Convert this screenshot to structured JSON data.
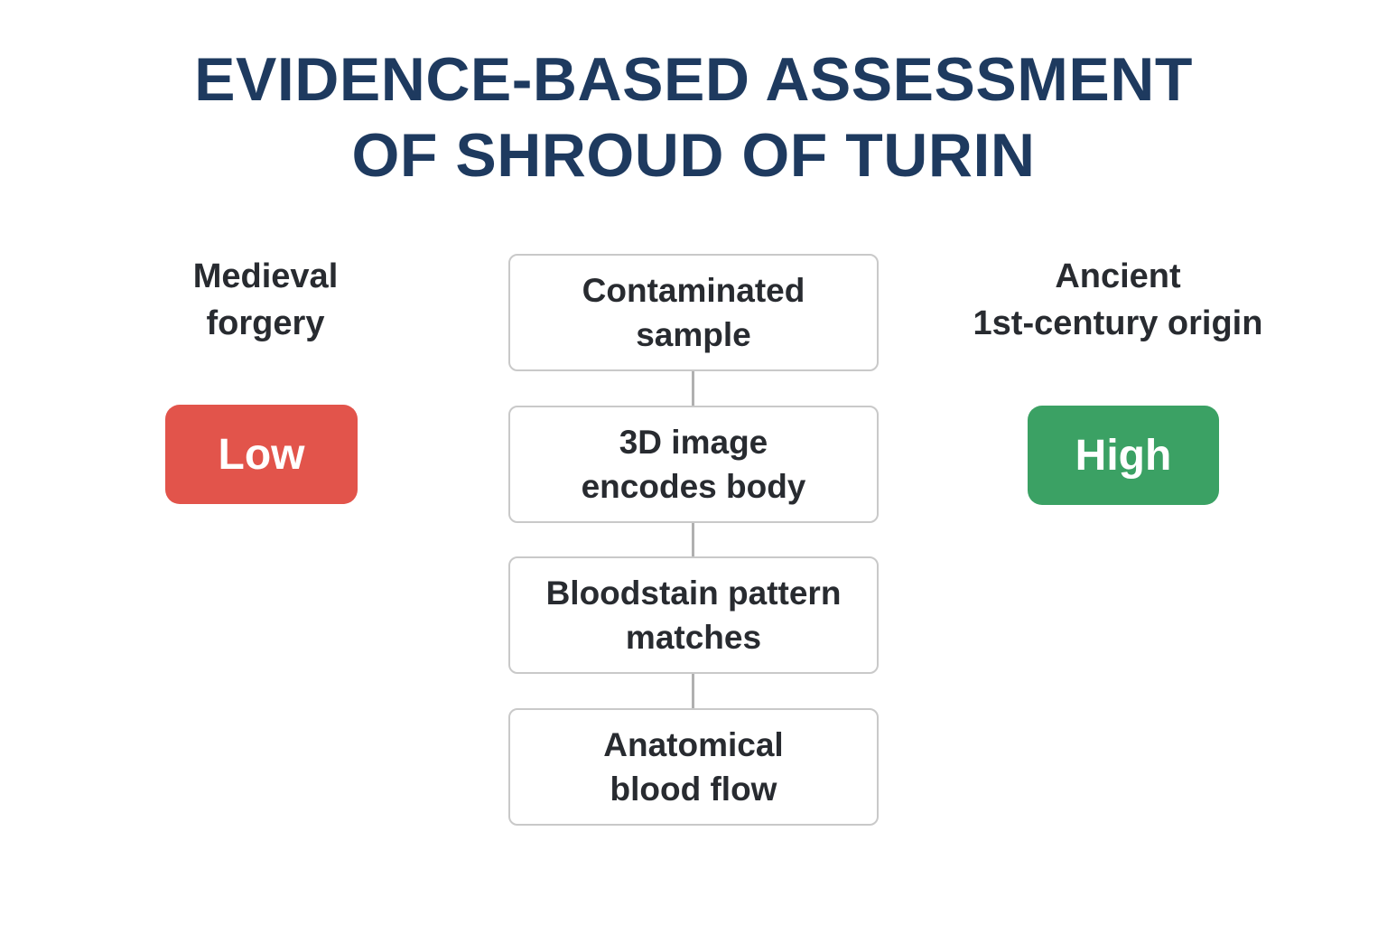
{
  "colors": {
    "title-navy": "#1e3a5f",
    "text-dark": "#282b30",
    "badge-red": "#e2544b",
    "badge-green": "#3ba164",
    "box-border": "#c9c9c9",
    "connector-gray": "#b0b0b0",
    "background": "#ffffff"
  },
  "title": {
    "line1": "EVIDENCE-BASED ASSESSMENT",
    "line2": "OF SHROUD OF TURIN"
  },
  "verdicts": {
    "left": {
      "label_line1": "Medieval",
      "label_line2": "forgery",
      "badge": "Low"
    },
    "right": {
      "label_line1": "Ancient",
      "label_line2": "1st-century origin",
      "badge": "High"
    }
  },
  "flow": {
    "steps": [
      {
        "line1": "Contaminated",
        "line2": "sample"
      },
      {
        "line1": "3D image",
        "line2": "encodes body"
      },
      {
        "line1": "Bloodstain pattern",
        "line2": "matches"
      },
      {
        "line1": "Anatomical",
        "line2": "blood flow"
      }
    ]
  }
}
